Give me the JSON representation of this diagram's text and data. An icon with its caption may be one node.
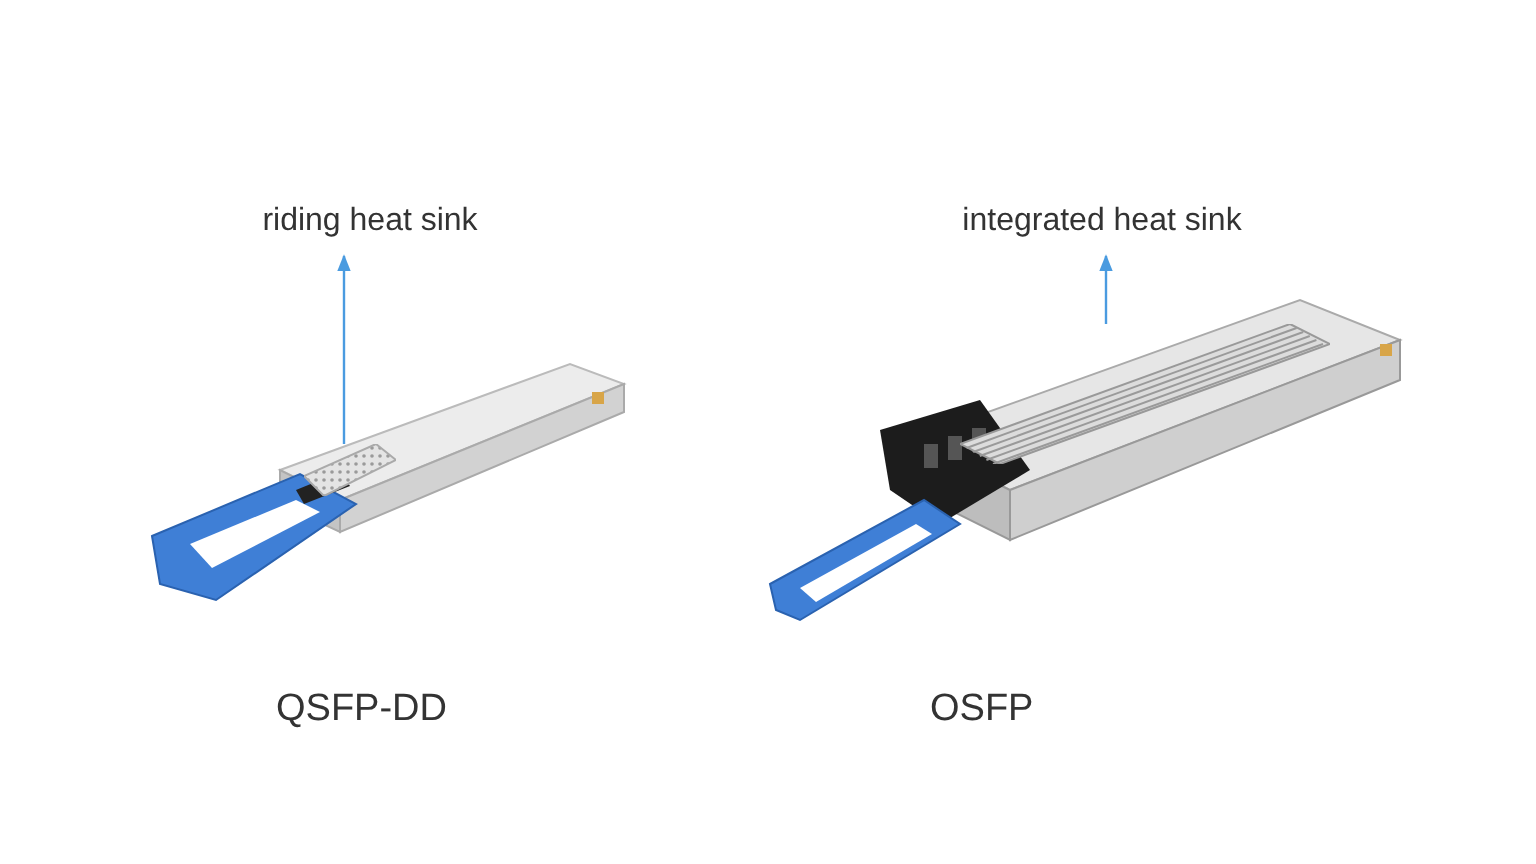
{
  "diagram": {
    "nodes": [
      {
        "text": [
          "riding heat sink"
        ]
      },
      {
        "text": [],
        "shape": "picture"
      },
      {
        "text": [
          "integrated heat sink"
        ]
      },
      {
        "text": [],
        "shape": "picture"
      }
    ],
    "edges": [
      {
        "from": 1,
        "to": 0,
        "arrow": "to"
      },
      {
        "from": 3,
        "to": 2,
        "arrow": "to"
      }
    ],
    "labels": [
      "QSFP-DD",
      "OSFP"
    ]
  }
}
